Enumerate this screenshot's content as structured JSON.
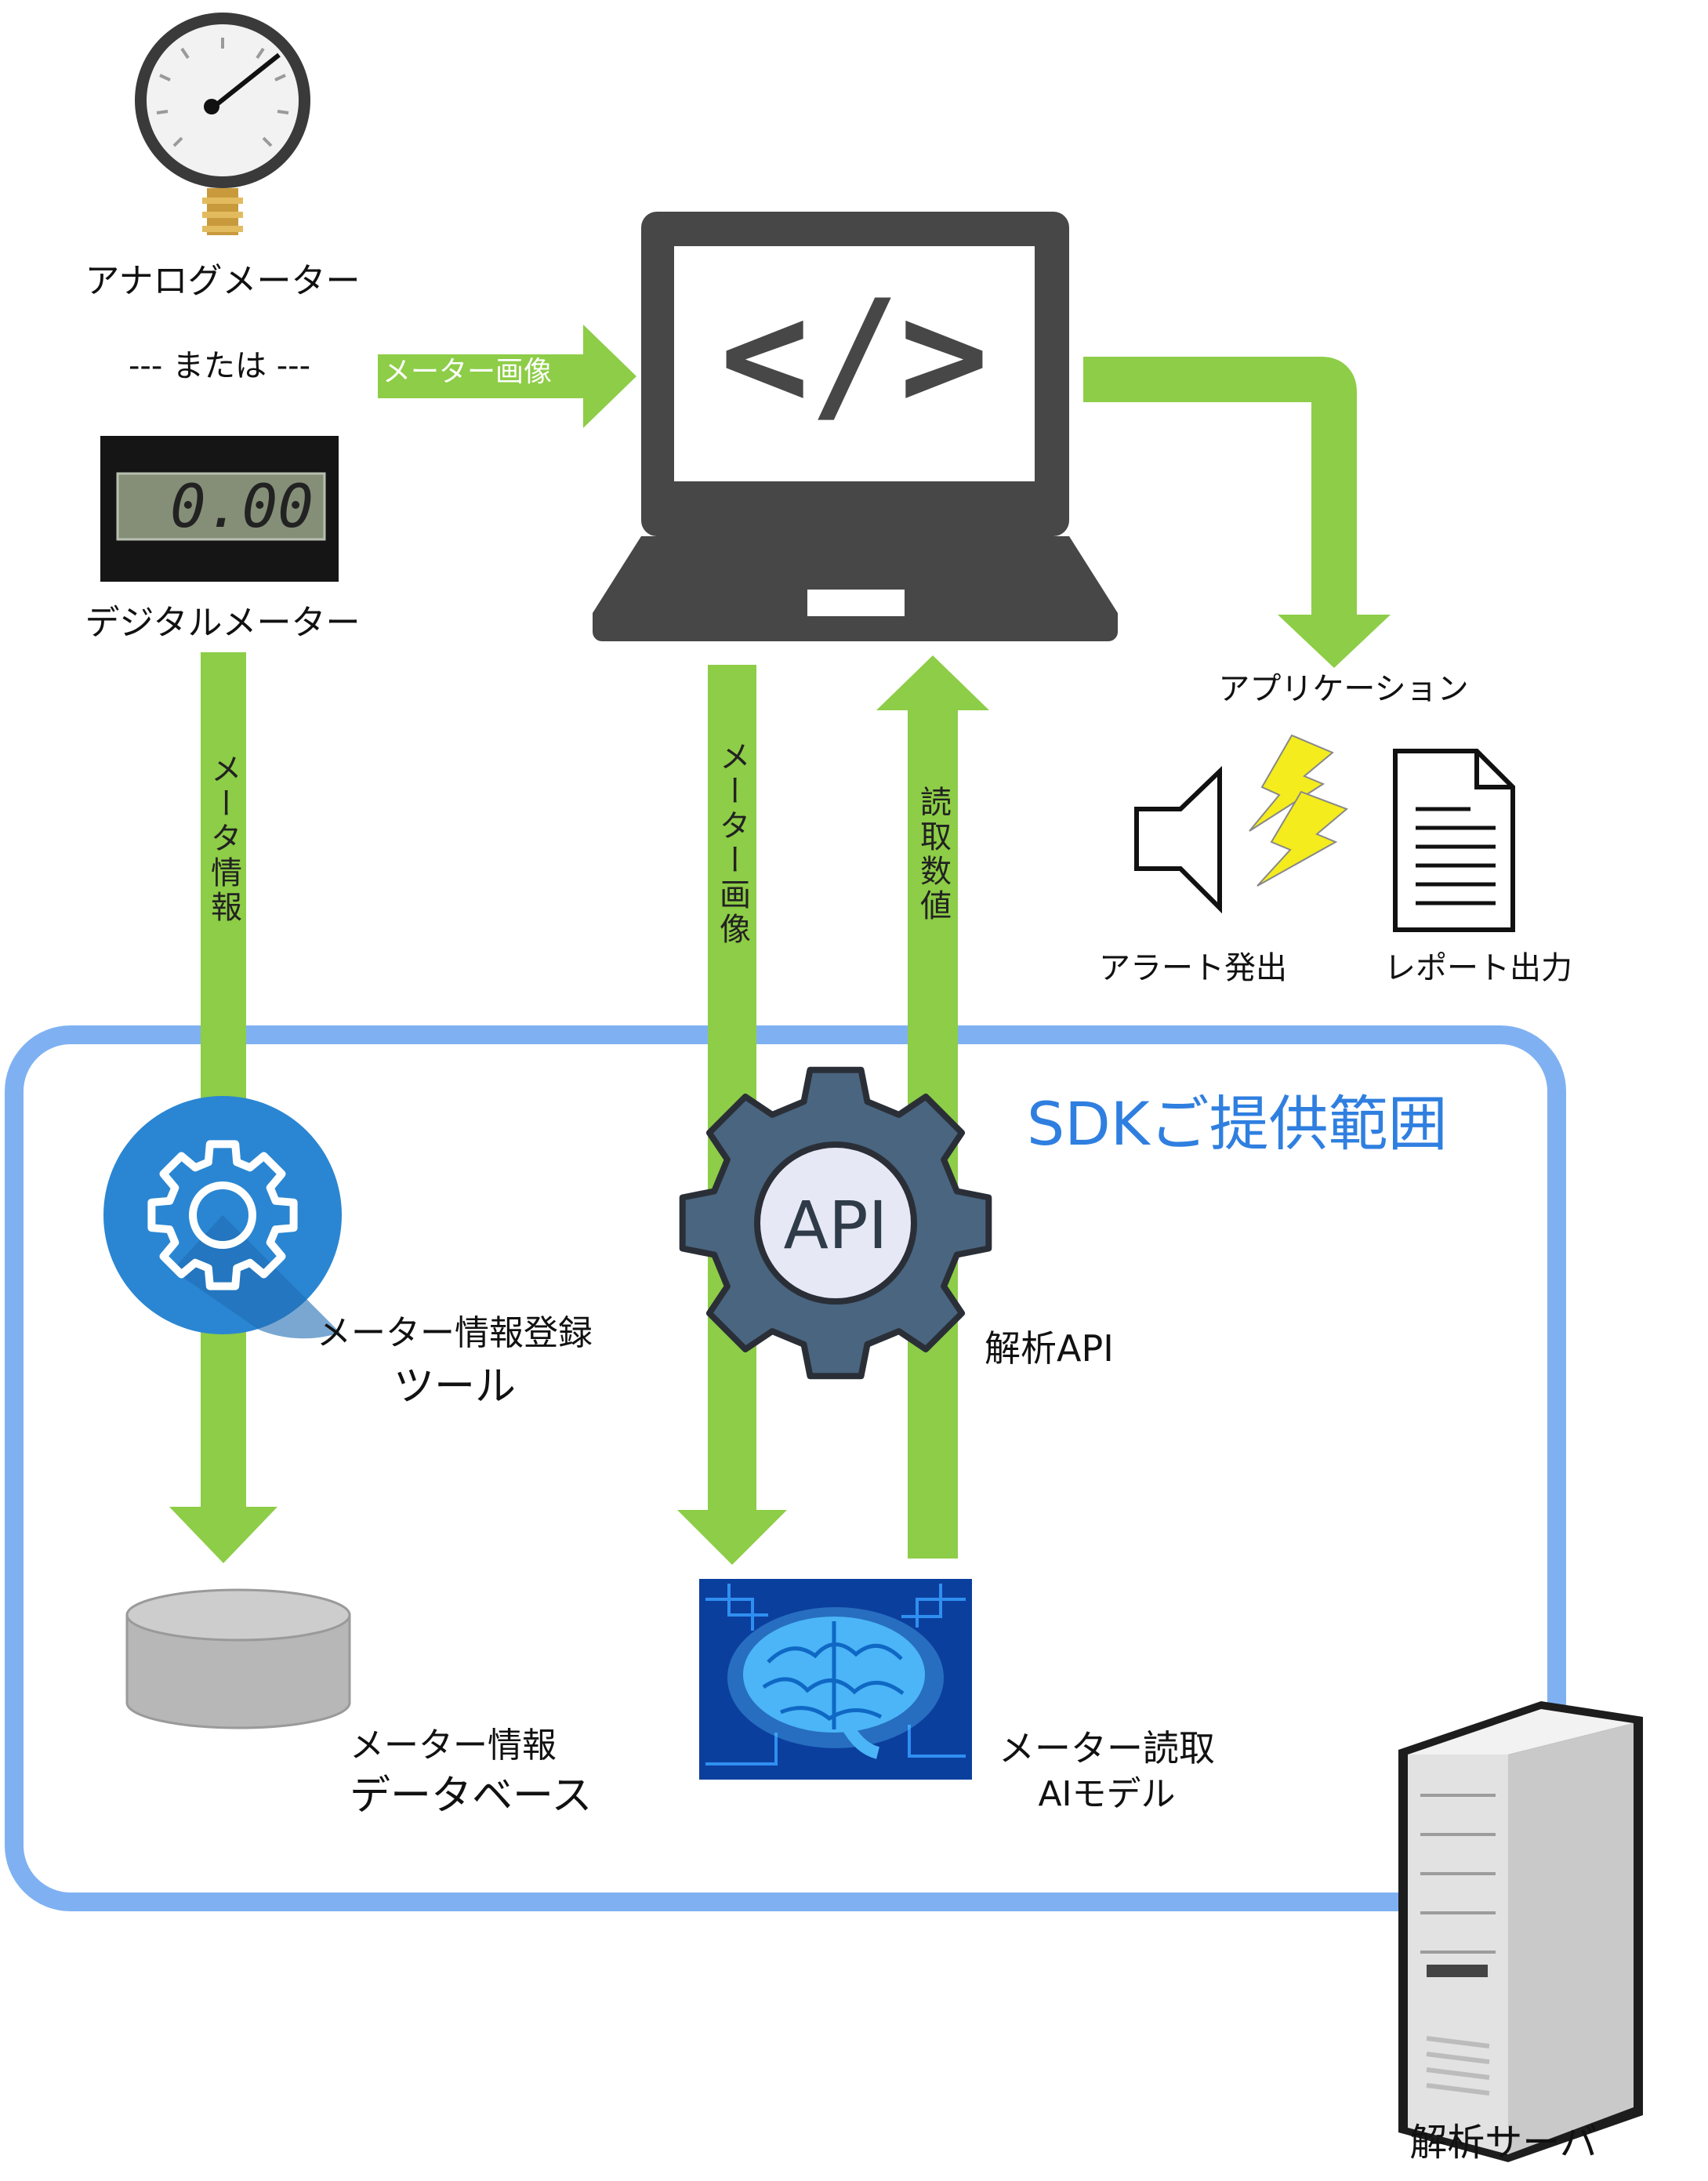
{
  "labels": {
    "analog_meter": "アナログメーター",
    "or_separator": "--- または ---",
    "digital_meter": "デジタルメーター",
    "digital_display": "0.00",
    "arrow_meter_image_top": "メーター画像",
    "application": "アプリケーション",
    "alert": "アラート発出",
    "report": "レポート出力",
    "sdk_scope": "SDKご提供範囲",
    "meter_info_vertical": "メータ情報",
    "meter_image_vertical": "メーター画像",
    "read_value_vertical": "読取数値",
    "api_text": "API",
    "analysis_api": "解析API",
    "registration_tool_line1": "メーター情報登録",
    "registration_tool_line2": "ツール",
    "database_line1": "メーター情報",
    "database_line2": "データベース",
    "ai_model_line1": "メーター読取",
    "ai_model_line2": "AIモデル",
    "analysis_server": "解析サーバ"
  },
  "code_symbol": "</>",
  "colors": {
    "arrow_green": "#8dcd47",
    "sdk_border": "#7fb1f2",
    "sdk_text": "#2f7fe0",
    "laptop": "#474747",
    "gear_circle": "#2a86d2",
    "api_gear": "#4a6580",
    "lightning": "#f4ec1c",
    "database": "#b7b7b7",
    "brain_board": "#0b3f9e"
  },
  "icons": [
    "pressure-gauge-icon",
    "digital-display-icon",
    "laptop-code-icon",
    "speaker-icon",
    "lightning-icon",
    "document-icon",
    "gear-icon",
    "api-gear-icon",
    "database-icon",
    "ai-brain-icon",
    "server-icon"
  ]
}
